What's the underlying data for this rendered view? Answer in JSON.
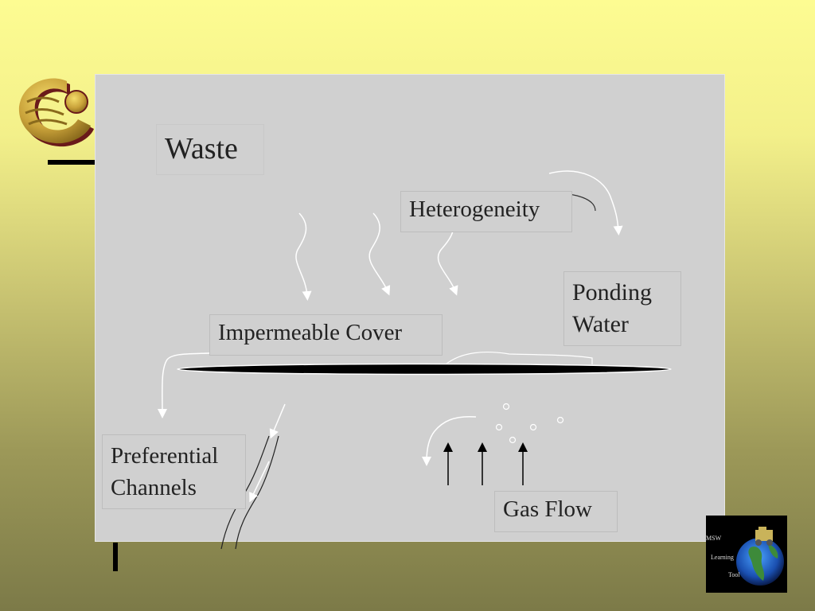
{
  "diagram": {
    "labels": {
      "waste": "Waste",
      "heterogeneity": "Heterogeneity",
      "ponding": "Ponding\n Water",
      "cover": "Impermeable Cover",
      "channels": "Preferential\nChannels",
      "gas": "Gas Flow"
    }
  },
  "badge": {
    "line1": "MSW",
    "line2": "Learning",
    "line3": "Tool"
  },
  "colors": {
    "panel": "#d0d0d0",
    "arrows": "#ffffff",
    "gas_arrows": "#000000"
  }
}
